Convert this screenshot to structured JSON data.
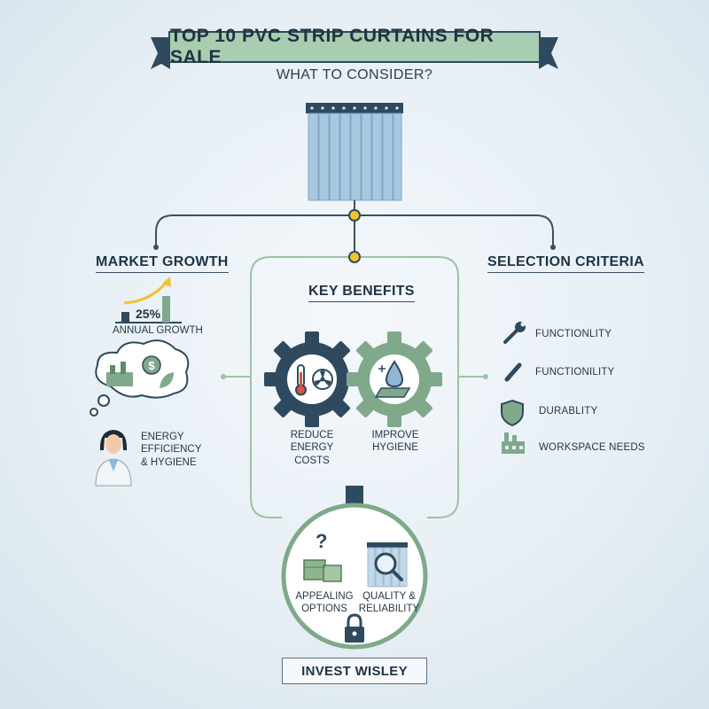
{
  "title": "TOP 10 PVC STRIP CURTAINS FOR SALE",
  "subtitle": "WHAT TO CONSIDER?",
  "market": {
    "heading": "MARKET GROWTH",
    "percent": "25%",
    "growth_label": "ANNUAL GROWTH",
    "energy_label": "ENERGY EFFICIENCY & HYGIENE"
  },
  "benefits": {
    "heading": "KEY BENEFITS",
    "reduce": "REDUCE ENERGY COSTS",
    "improve": "IMPROVE HYGIENE"
  },
  "criteria": {
    "heading": "SELECTION CRITERIA",
    "items": [
      {
        "label": "FUNCTIONLITY",
        "icon": "wrench-icon"
      },
      {
        "label": "FUNCTIONILITY",
        "icon": "pencil-icon"
      },
      {
        "label": "DURABLITY",
        "icon": "shield-icon"
      },
      {
        "label": "WORKSPACE NEEDS",
        "icon": "factory-icon"
      }
    ]
  },
  "invest": {
    "appealing": "APPEALING OPTIONS",
    "quality": "QUALITY & RELIABILITY",
    "question_mark": "?",
    "button": "INVEST WISLEY"
  },
  "colors": {
    "navy": "#2f4a5e",
    "green": "#7fa98a",
    "light_green": "#a9cdb0",
    "yellow": "#f2c230",
    "curtain_blue": "#9fc1dc",
    "line": "#3a4f62"
  }
}
